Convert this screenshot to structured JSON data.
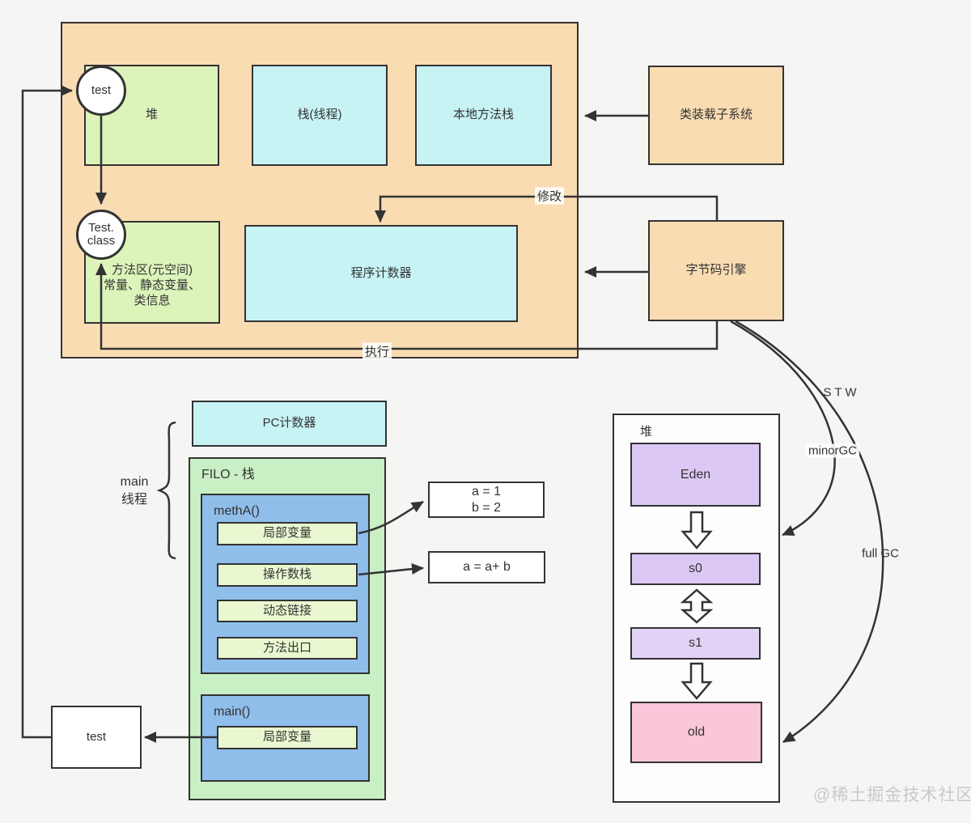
{
  "palette": {
    "container_orange": "#fadcb3",
    "area_green": "#dcf3ba",
    "area_cyan": "#c7f3f5",
    "filo_green": "#c9efc4",
    "frame_blue": "#8fbeeb",
    "slot_green": "#e9f8d0",
    "region_purple": "#dcc8f5",
    "region_pink": "#f9c6da",
    "line_color": "#333333",
    "watermark_gray": "#c9c9c9"
  },
  "runtime_area": {
    "heap": "堆",
    "vm_stack": "栈(线程)",
    "native_stack": "本地方法栈",
    "method_area_line1": "方法区(元空间)",
    "method_area_line2": "常量、静态变量、",
    "method_area_line3": "类信息",
    "pc_register": "程序计数器"
  },
  "subsystems": {
    "class_loader": "类装载子系统",
    "bytecode_engine": "字节码引擎"
  },
  "nodes": {
    "test_circle": "test",
    "test_class_line1": "Test.",
    "test_class_line2": "class",
    "test_box": "test"
  },
  "flow_labels": {
    "modify": "修改",
    "execute": "执行",
    "stw": "S T W",
    "minor_gc": "minorGC",
    "full_gc": "full GC"
  },
  "main_thread": {
    "label_line1": "main",
    "label_line2": "线程",
    "pc_counter": "PC计数器",
    "filo_stack": "FILO - 栈",
    "meth_a_title": "methA()",
    "meth_a_frames": [
      "局部变量",
      "操作数栈",
      "动态链接",
      "方法出口"
    ],
    "main_title": "main()",
    "main_frames": [
      "局部变量"
    ],
    "note1_line1": "a = 1",
    "note1_line2": "b = 2",
    "note2": "a = a+ b"
  },
  "gc_heap": {
    "title": "堆",
    "eden": "Eden",
    "s0": "s0",
    "s1": "s1",
    "old": "old"
  },
  "watermark": "@稀土掘金技术社区"
}
